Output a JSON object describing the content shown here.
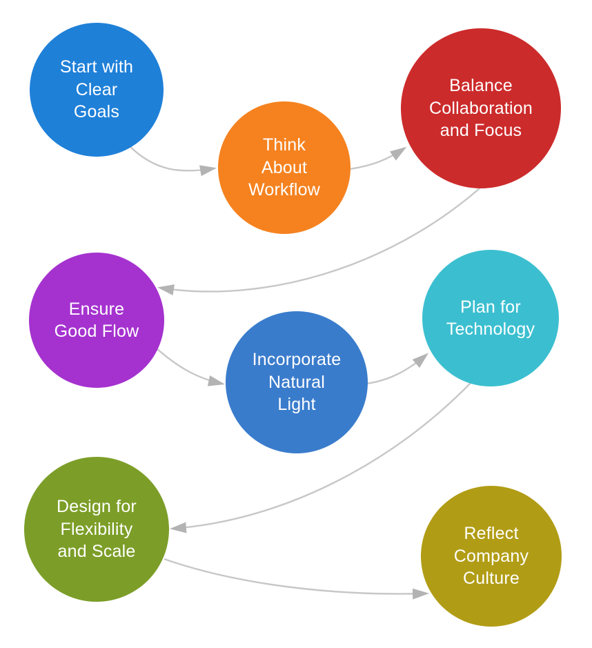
{
  "canvas": {
    "background": "#ffffff"
  },
  "diagram": {
    "type": "flowchart",
    "text_color": "#ffffff",
    "connector_color": "#c7c7c7",
    "arrowhead_color": "#b3b3b3",
    "nodes": [
      {
        "id": "start-with-clear-goals",
        "label": "Start with\nClear\nGoals",
        "color": "#1f80d8"
      },
      {
        "id": "think-about-workflow",
        "label": "Think\nAbout\nWorkflow",
        "color": "#f5821f"
      },
      {
        "id": "balance-collaboration-and-focus",
        "label": "Balance\nCollaboration\nand Focus",
        "color": "#cc2b2b"
      },
      {
        "id": "ensure-good-flow",
        "label": "Ensure\nGood Flow",
        "color": "#a532cf"
      },
      {
        "id": "incorporate-natural-light",
        "label": "Incorporate\nNatural\nLight",
        "color": "#3a7ccc"
      },
      {
        "id": "plan-for-technology",
        "label": "Plan for\nTechnology",
        "color": "#3bbfd0"
      },
      {
        "id": "design-for-flexibility-and-scale",
        "label": "Design for\nFlexibility\nand Scale",
        "color": "#7c9e28"
      },
      {
        "id": "reflect-company-culture",
        "label": "Reflect\nCompany\nCulture",
        "color": "#b19c15"
      }
    ],
    "edges": [
      {
        "from": "start-with-clear-goals",
        "to": "think-about-workflow"
      },
      {
        "from": "think-about-workflow",
        "to": "balance-collaboration-and-focus"
      },
      {
        "from": "balance-collaboration-and-focus",
        "to": "ensure-good-flow"
      },
      {
        "from": "ensure-good-flow",
        "to": "incorporate-natural-light"
      },
      {
        "from": "incorporate-natural-light",
        "to": "plan-for-technology"
      },
      {
        "from": "plan-for-technology",
        "to": "design-for-flexibility-and-scale"
      },
      {
        "from": "design-for-flexibility-and-scale",
        "to": "reflect-company-culture"
      }
    ]
  }
}
